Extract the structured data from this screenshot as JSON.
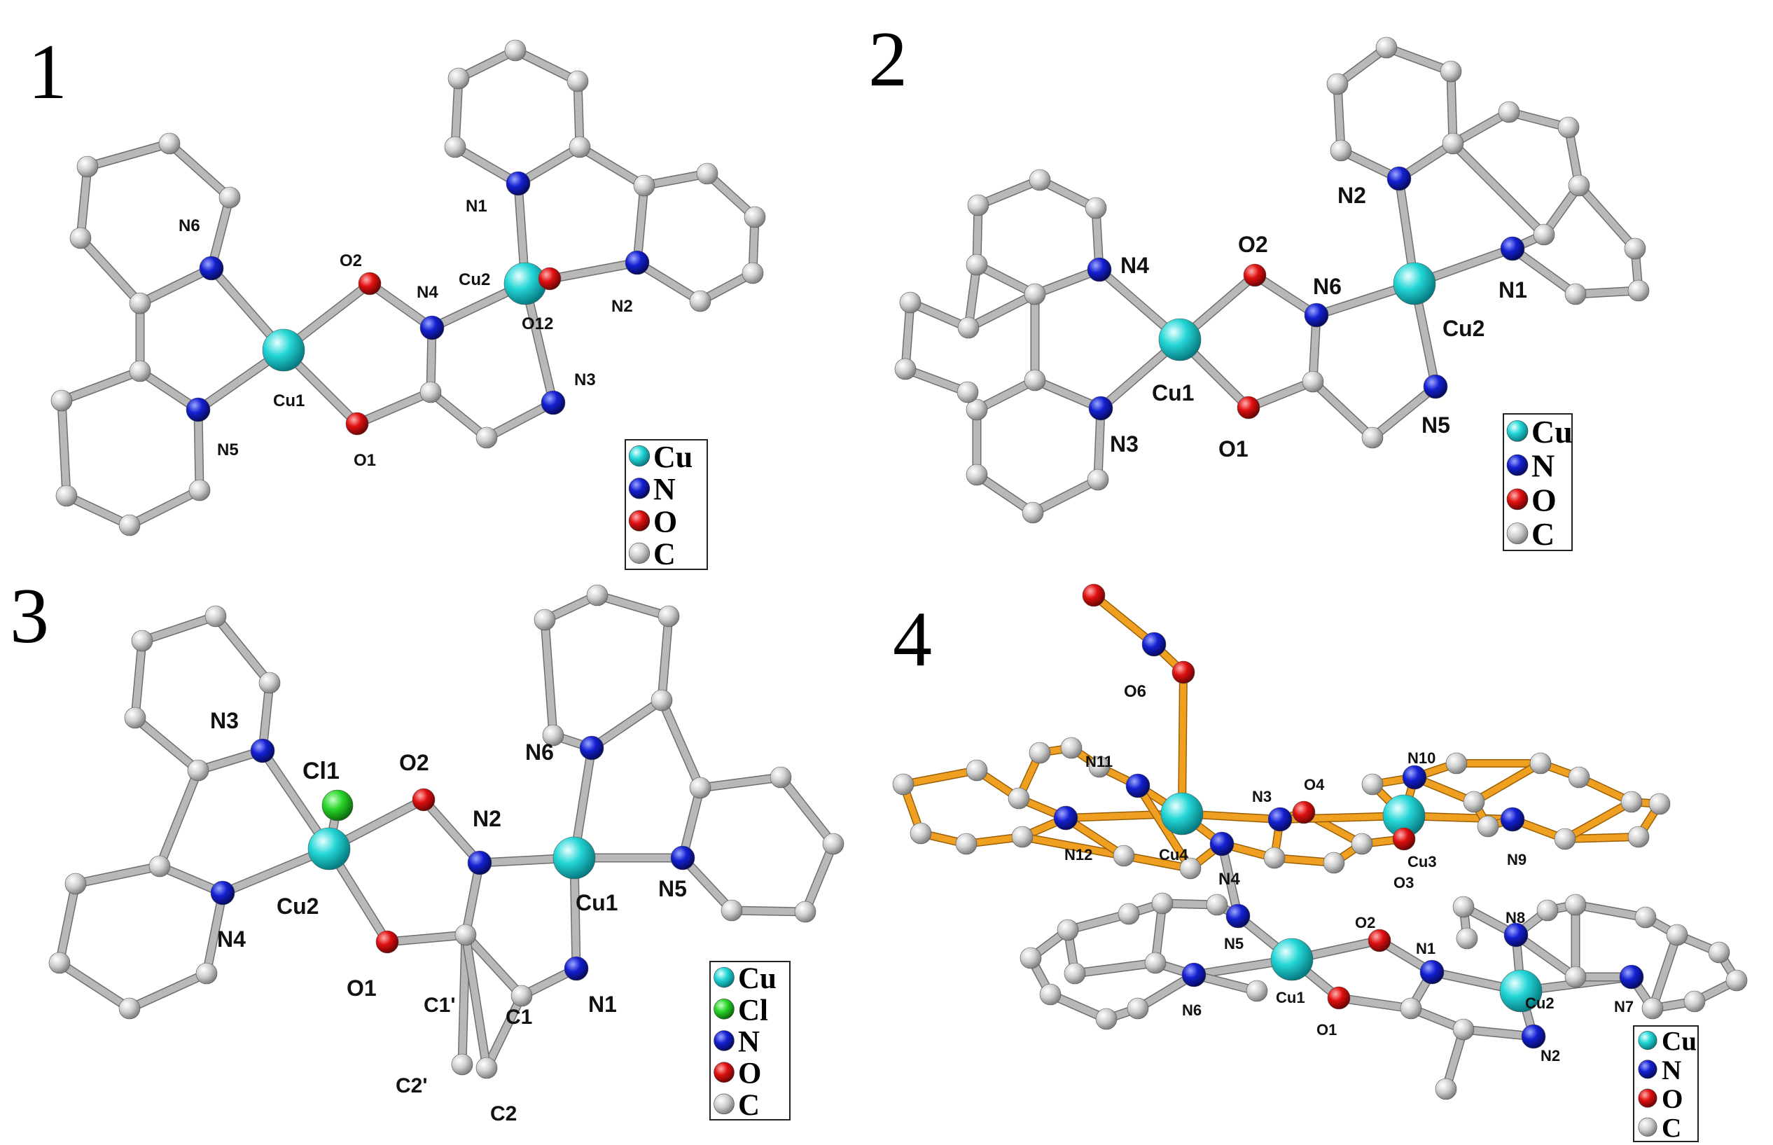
{
  "atom_colors": {
    "Cu": "#24d6d6",
    "N": "#1420d2",
    "O": "#e01010",
    "C": "#c4c4c4",
    "Cl": "#2ad62a"
  },
  "highlight_bond_color": "#f0a020",
  "panels": [
    {
      "id": "1",
      "number": "1",
      "legend": [
        "Cu",
        "N",
        "O",
        "C"
      ],
      "labels": [
        "N6",
        "O2",
        "N4",
        "Cu2",
        "N1",
        "N2",
        "O12",
        "N3",
        "Cu1",
        "N5",
        "O1"
      ]
    },
    {
      "id": "2",
      "number": "2",
      "legend": [
        "Cu",
        "N",
        "O",
        "C"
      ],
      "labels": [
        "N2",
        "N4",
        "O2",
        "N6",
        "N1",
        "Cu2",
        "Cu1",
        "N3",
        "O1",
        "N5"
      ]
    },
    {
      "id": "3",
      "number": "3",
      "legend": [
        "Cu",
        "Cl",
        "N",
        "O",
        "C"
      ],
      "labels": [
        "N3",
        "Cl1",
        "O2",
        "N2",
        "N6",
        "Cu2",
        "Cu1",
        "N5",
        "N4",
        "O1",
        "N1",
        "C1'",
        "C1",
        "C2'",
        "C2"
      ]
    },
    {
      "id": "4",
      "number": "4",
      "legend": [
        "Cu",
        "N",
        "O",
        "C"
      ],
      "labels": [
        "O6",
        "N11",
        "N10",
        "N3",
        "O4",
        "N12",
        "Cu4",
        "Cu3",
        "N9",
        "O3",
        "N4",
        "O2",
        "N8",
        "N5",
        "N1",
        "N6",
        "Cu1",
        "Cu2",
        "N7",
        "O1",
        "N2"
      ]
    }
  ]
}
